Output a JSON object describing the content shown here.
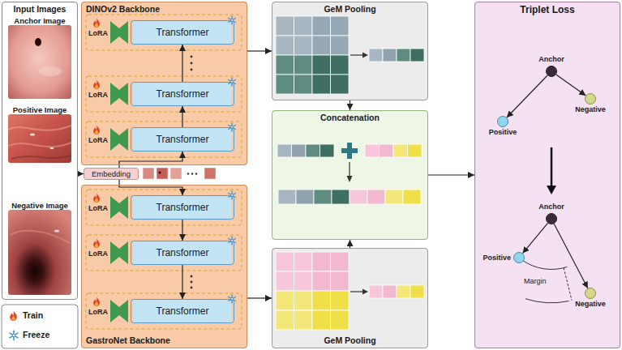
{
  "diagram": {
    "nodes": [
      {
        "text": [
          "Input Images"
        ]
      },
      {
        "text": [
          "Anchor Image"
        ],
        "in": 0
      },
      {
        "text": [
          "Positive Image"
        ],
        "in": 0
      },
      {
        "text": [
          "Negative Image"
        ],
        "in": 0
      },
      {
        "text": [
          "DINOv2 Backbone"
        ]
      },
      {
        "text": [
          "Transformer"
        ],
        "in": 4
      },
      {
        "text": [
          "Transformer"
        ],
        "in": 4
      },
      {
        "text": [
          "Transformer"
        ],
        "in": 4
      },
      {
        "text": [
          "Embedding"
        ]
      },
      {
        "text": [
          "GastroNet Backbone"
        ]
      },
      {
        "text": [
          "Transformer"
        ],
        "in": 9
      },
      {
        "text": [
          "Transformer"
        ],
        "in": 9
      },
      {
        "text": [
          "Transformer"
        ],
        "in": 9
      },
      {
        "text": [
          "GeM Pooling"
        ]
      },
      {
        "text": [
          "Concatenation"
        ]
      },
      {
        "text": [
          "GeM Pooling"
        ]
      },
      {
        "text": [
          "Triplet Loss"
        ]
      },
      {
        "text": [
          "Anchor"
        ],
        "in": 16
      },
      {
        "text": [
          "Positive"
        ],
        "in": 16
      },
      {
        "text": [
          "Negative"
        ],
        "in": 16
      },
      {
        "text": [
          "Anchor"
        ],
        "in": 16
      },
      {
        "text": [
          "Positive"
        ],
        "in": 16
      },
      {
        "text": [
          "Negative"
        ],
        "in": 16
      }
    ],
    "edges": [
      {
        "from": 0,
        "to": 8,
        "arrow": "to"
      },
      {
        "from": 8,
        "to": 7,
        "arrow": "to"
      },
      {
        "from": 7,
        "to": 6,
        "arrow": "to"
      },
      {
        "from": 6,
        "to": 5,
        "arrow": "to"
      },
      {
        "from": 8,
        "to": 10,
        "arrow": "to"
      },
      {
        "from": 10,
        "to": 11,
        "arrow": "to"
      },
      {
        "from": 11,
        "to": 12,
        "arrow": "to"
      },
      {
        "from": 4,
        "to": 13,
        "arrow": "to"
      },
      {
        "from": 9,
        "to": 15,
        "arrow": "to"
      },
      {
        "from": 13,
        "to": 14,
        "arrow": "to"
      },
      {
        "from": 15,
        "to": 14,
        "arrow": "to"
      },
      {
        "from": 14,
        "to": 16,
        "arrow": "to"
      },
      {
        "from": 17,
        "to": 18,
        "arrow": "to"
      },
      {
        "from": 17,
        "to": 19,
        "arrow": "to"
      },
      {
        "from": 20,
        "to": 21,
        "arrow": "to"
      },
      {
        "from": 20,
        "to": 22,
        "arrow": "to"
      }
    ],
    "labels": [
      "LoRA",
      "LoRA",
      "LoRA",
      "LoRA",
      "LoRA",
      "LoRA",
      "Margin"
    ],
    "legend": [
      {
        "text": "Train"
      },
      {
        "text": "Freeze"
      }
    ]
  }
}
